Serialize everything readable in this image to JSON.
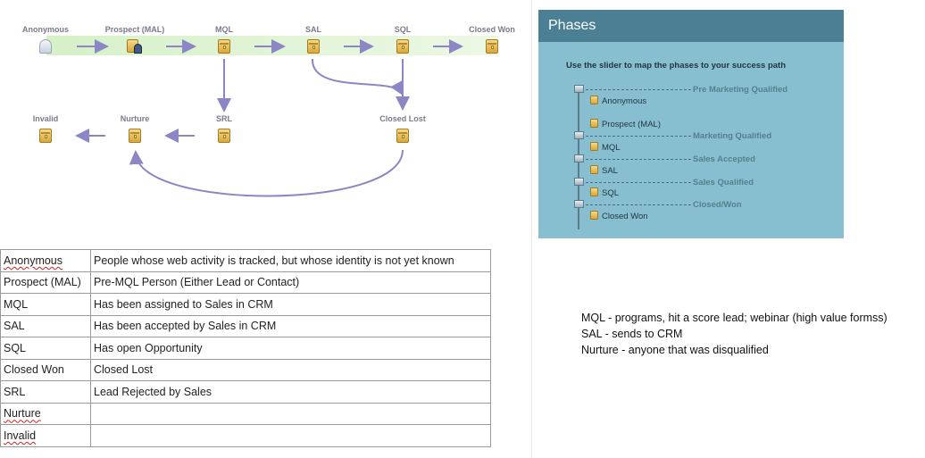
{
  "diagram": {
    "labels": {
      "anonymous": "Anonymous",
      "prospect": "Prospect (MAL)",
      "mql": "MQL",
      "sal": "SAL",
      "sql": "SQL",
      "closed_won": "Closed Won",
      "invalid": "Invalid",
      "nurture": "Nurture",
      "srl": "SRL",
      "closed_lost": "Closed Lost"
    },
    "colors": {
      "arrow": "#8b87c4",
      "band": "#d6f0c8"
    }
  },
  "table": {
    "rows": [
      {
        "term": "Anonymous",
        "desc": "People whose web activity is tracked, but whose identity is not yet known"
      },
      {
        "term": "Prospect (MAL)",
        "desc": "Pre-MQL Person (Either Lead or Contact)"
      },
      {
        "term": "MQL",
        "desc": "Has been assigned to Sales in CRM"
      },
      {
        "term": "SAL",
        "desc": "Has been accepted by Sales in CRM"
      },
      {
        "term": "SQL",
        "desc": "Has open Opportunity"
      },
      {
        "term": "Closed Won",
        "desc": "Closed Lost"
      },
      {
        "term": "SRL",
        "desc": "Lead Rejected by Sales"
      },
      {
        "term": "Nurture",
        "desc": ""
      },
      {
        "term": "Invalid",
        "desc": ""
      }
    ]
  },
  "phases": {
    "title": "Phases",
    "instruction": "Use the slider to map the phases to your success path",
    "phase_labels": [
      "Pre Marketing Qualified",
      "Marketing Qualified",
      "Sales Accepted",
      "Sales Qualified",
      "Closed/Won"
    ],
    "stages": [
      "Anonymous",
      "Prospect (MAL)",
      "MQL",
      "SAL",
      "SQL",
      "Closed Won"
    ],
    "colors": {
      "header": "#4b7f93",
      "panel": "#87bfd0"
    }
  },
  "notes": {
    "line1": "MQL - programs, hit a score lead; webinar (high value formss)",
    "line2": "SAL - sends to CRM",
    "line3": "Nurture - anyone that was disqualified"
  }
}
